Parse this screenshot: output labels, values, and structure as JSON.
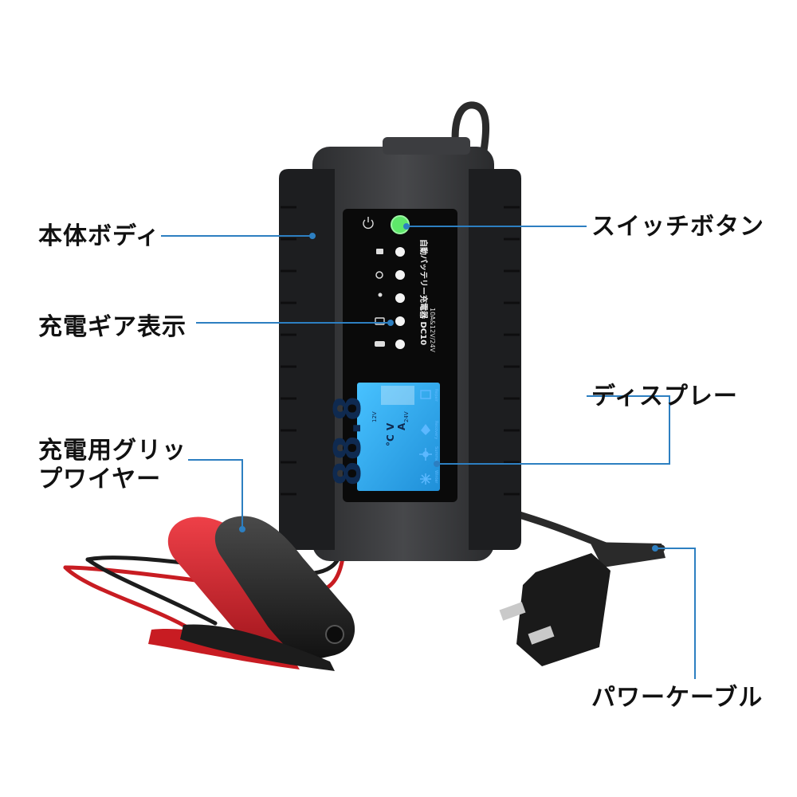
{
  "callouts": {
    "body": "本体ボディ",
    "switch_button": "スイッチボタン",
    "gear_display": "充電ギア表示",
    "display": "ディスプレー",
    "grip_wire_line1": "充電用グリッ",
    "grip_wire_line2": "プワイヤー",
    "power_cable": "パワーケーブル"
  },
  "device": {
    "product_name": "自動バッテリー充電器 DC10",
    "rating": "10A&12V/24V",
    "lcd_digits": "88.8",
    "lcd_units": [
      "°C",
      "V",
      "A"
    ],
    "lcd_voltages": [
      "12V",
      "24V"
    ],
    "lcd_modes": [
      "Repair",
      "Recovery",
      "Summer",
      "Winter"
    ]
  },
  "colors": {
    "leader_line": "#2d7fc1",
    "body": "#3a3b3d",
    "bumper": "#1c1c1e",
    "panel": "#0a0a0a",
    "lcd": "#2fa7e8",
    "switch": "#5ee86a",
    "clip_red": "#d4222a",
    "clip_black": "#222222"
  },
  "icons": [
    "power-switch-icon",
    "engine-icon",
    "motorcycle-icon",
    "person-icon",
    "battery-icon",
    "car-icon",
    "snowflake-icon",
    "sun-icon"
  ]
}
